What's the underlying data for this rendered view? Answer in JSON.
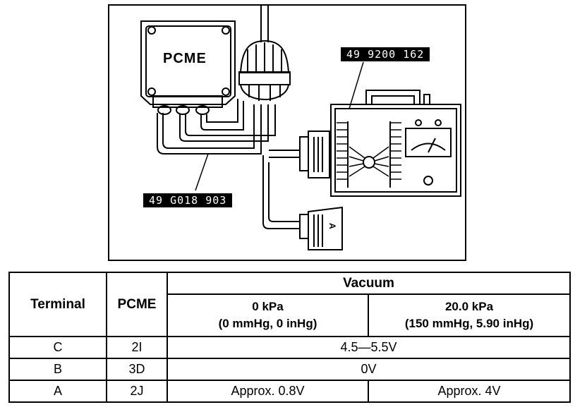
{
  "diagram": {
    "pcme_label": "PCME",
    "tool_labels": {
      "checker": "49 9200 162",
      "harness": "49 G018 903"
    },
    "connector_letter": "A"
  },
  "table": {
    "headers": {
      "terminal": "Terminal",
      "pcme": "PCME",
      "vacuum": "Vacuum",
      "col_0kpa_line1": "0 kPa",
      "col_0kpa_line2": "(0 mmHg, 0 inHg)",
      "col_20kpa_line1": "20.0 kPa",
      "col_20kpa_line2": "(150 mmHg, 5.90 inHg)"
    },
    "rows": [
      {
        "terminal": "C",
        "pcme": "2I",
        "value": "4.5—5.5V"
      },
      {
        "terminal": "B",
        "pcme": "3D",
        "value": "0V"
      },
      {
        "terminal": "A",
        "pcme": "2J",
        "value_0kpa": "Approx. 0.8V",
        "value_20kpa": "Approx. 4V"
      }
    ]
  }
}
